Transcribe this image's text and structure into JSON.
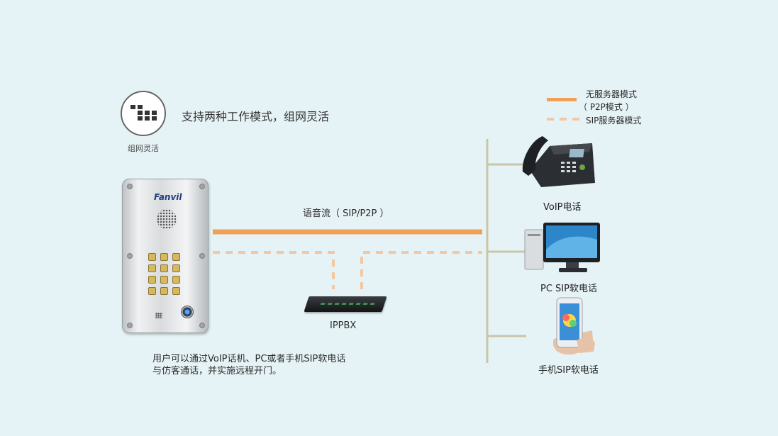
{
  "colors": {
    "background": "#e6f3f6",
    "p2p_line": "#f0a057",
    "sip_line": "#f2c7a1",
    "bus_line": "#c9c5a6"
  },
  "feature": {
    "icon": "grid-network-icon",
    "title": "支持两种工作模式，组网灵活",
    "caption": "组网灵活"
  },
  "legend": {
    "p2p_line1": "无服务器模式",
    "p2p_line2": "（ P2P模式 ）",
    "sip": "SIP服务器模式"
  },
  "door_station": {
    "brand": "Fanvil"
  },
  "stream_label": "语音流（ SIP/P2P ）",
  "ippbx_label": "IPPBX",
  "devices": {
    "voip": "VoIP电话",
    "pc": "PC SIP软电话",
    "mobile": "手机SIP软电话"
  },
  "description": {
    "line1": "用户可以通过VoIP话机、PC或者手机SIP软电话",
    "line2": "与仿客通话，并实施远程开门。"
  }
}
